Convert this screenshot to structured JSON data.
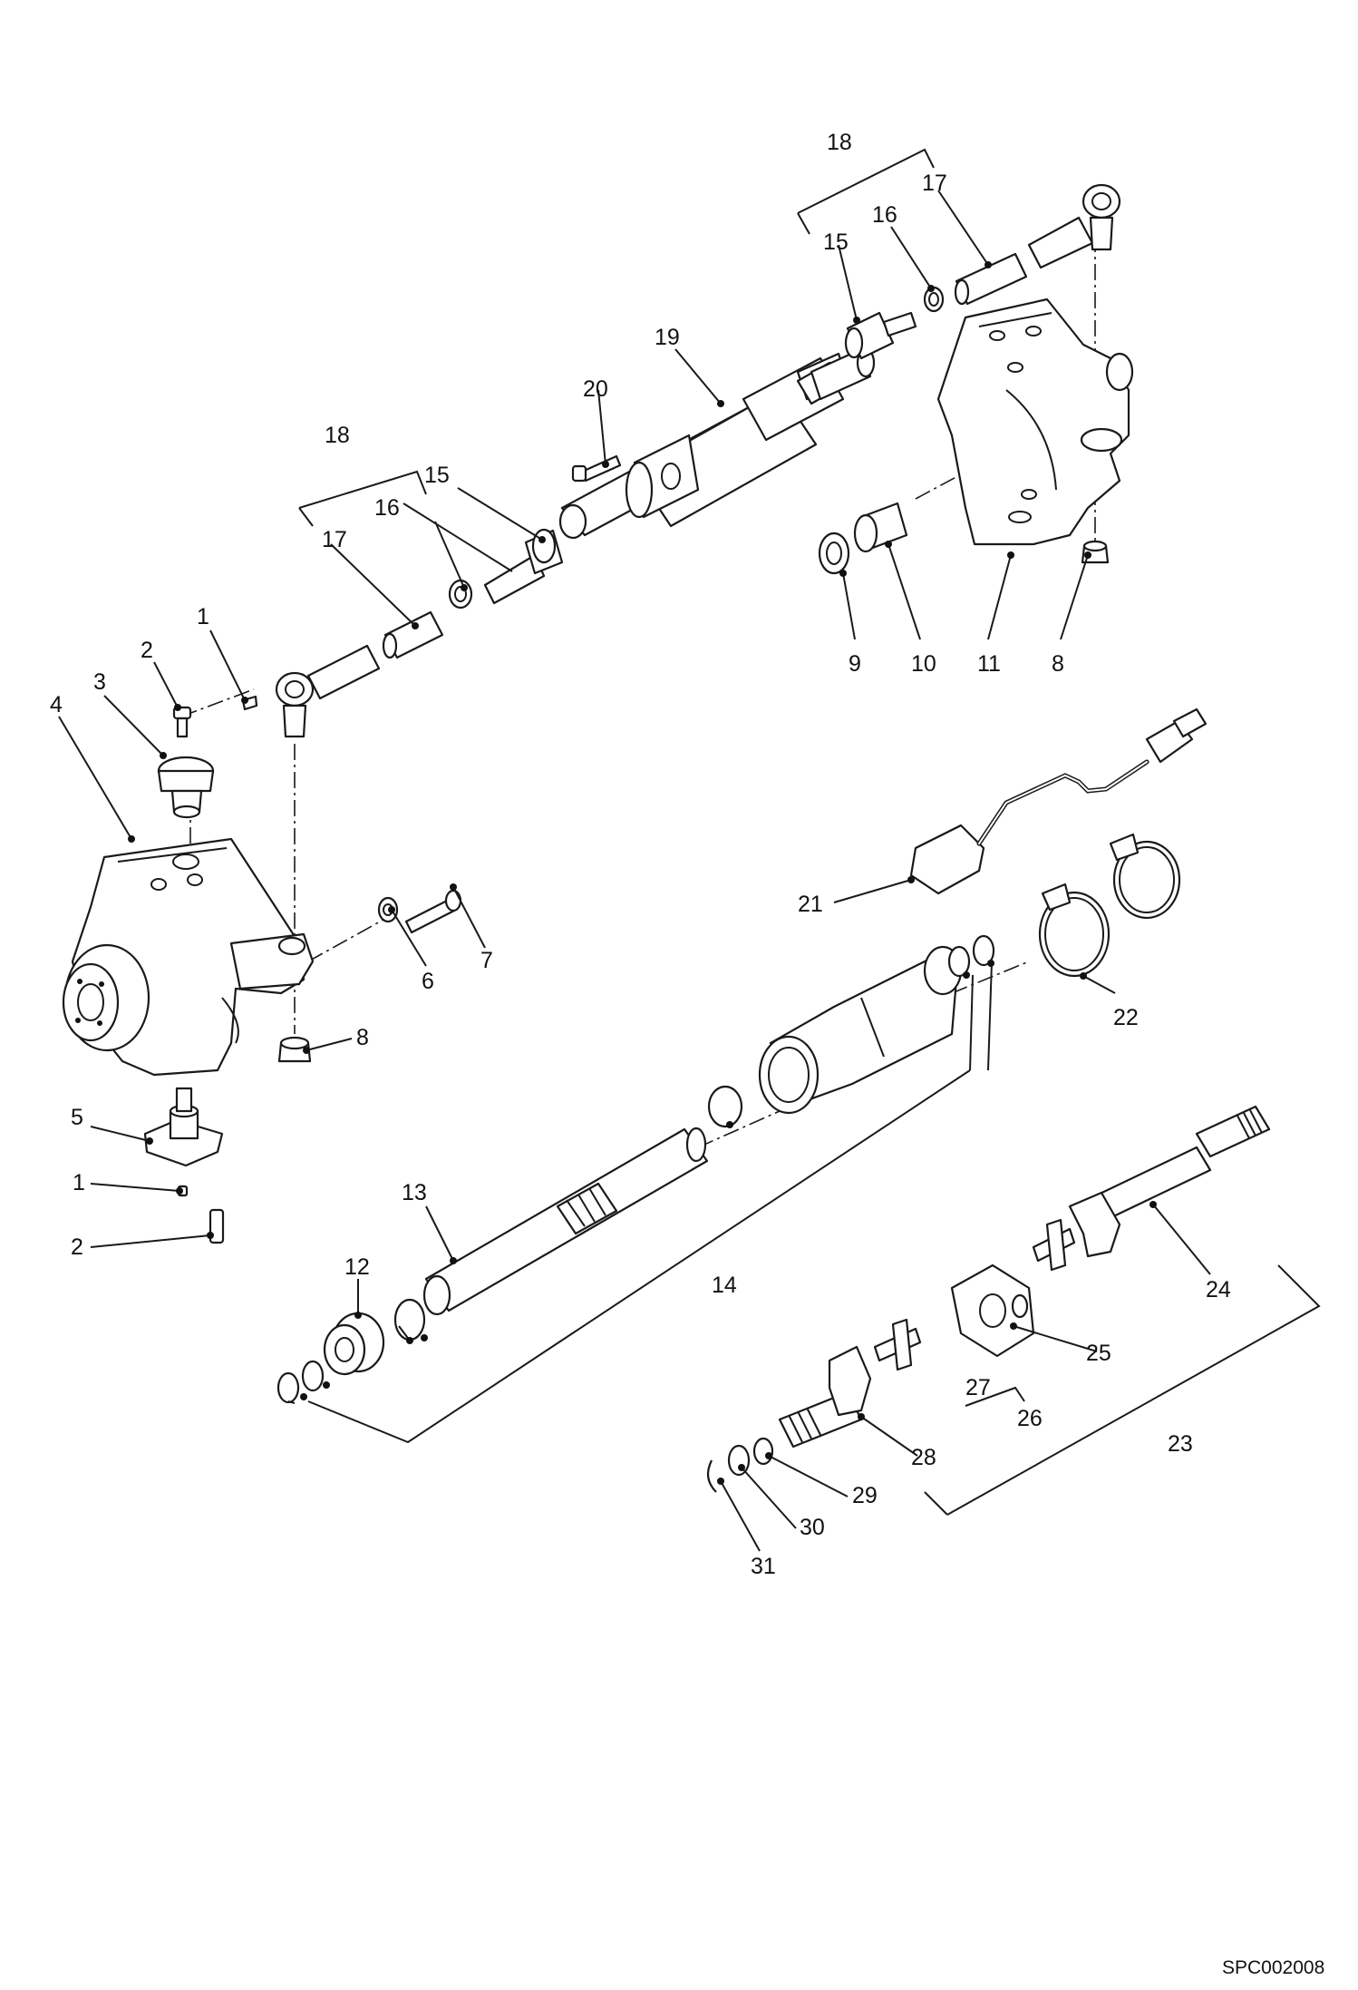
{
  "diagram": {
    "reference_code": "SPC002008",
    "labels": {
      "l1a": "1",
      "l1b": "1",
      "l2a": "2",
      "l2b": "2",
      "l3": "3",
      "l4": "4",
      "l5": "5",
      "l6": "6",
      "l7": "7",
      "l8a": "8",
      "l8b": "8",
      "l9": "9",
      "l10": "10",
      "l11": "11",
      "l12": "12",
      "l13": "13",
      "l14": "14",
      "l15a": "15",
      "l15b": "15",
      "l16a": "16",
      "l16b": "16",
      "l17a": "17",
      "l17b": "17",
      "l18a": "18",
      "l18b": "18",
      "l19": "19",
      "l20": "20",
      "l21": "21",
      "l22": "22",
      "l23": "23",
      "l24": "24",
      "l25": "25",
      "l26": "26",
      "l27": "27",
      "l28": "28",
      "l29": "29",
      "l30": "30",
      "l31": "31"
    }
  }
}
